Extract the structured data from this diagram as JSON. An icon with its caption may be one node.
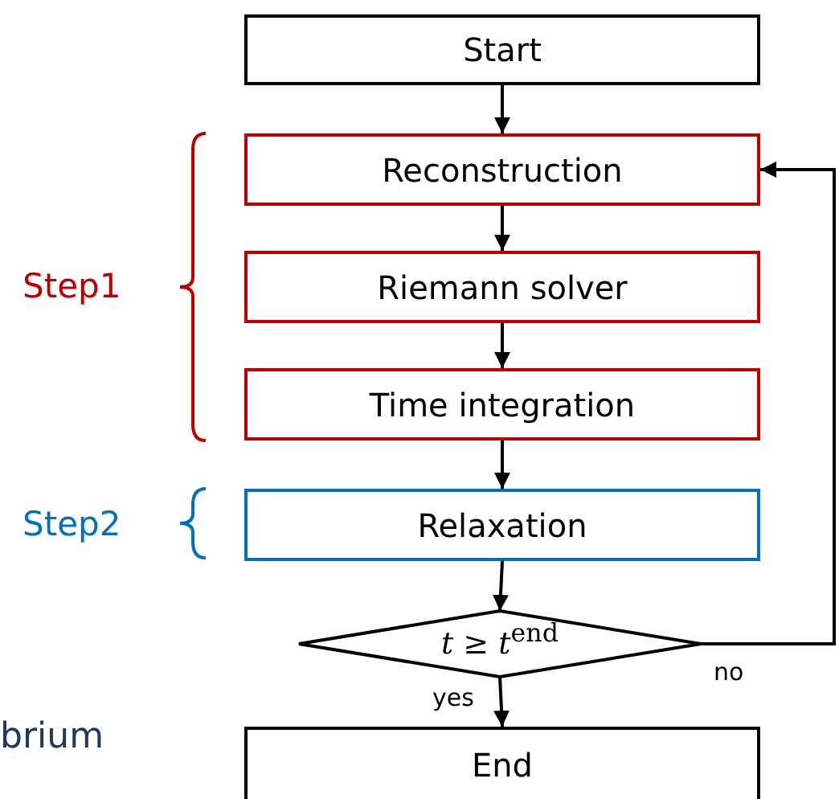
{
  "diagram": {
    "nodes": [
      {
        "text": [
          "Start"
        ]
      },
      {
        "text": [
          "Reconstruction"
        ]
      },
      {
        "text": [
          "Riemann solver"
        ]
      },
      {
        "text": [
          "Time integration"
        ]
      },
      {
        "text": [
          "Relaxation"
        ]
      },
      {
        "text": [
          "*t* ≥ *t*$^{end}$"
        ]
      },
      {
        "text": [
          "End"
        ]
      }
    ],
    "edges": [
      {
        "from": 0,
        "to": 1,
        "arrow": "to"
      },
      {
        "from": 1,
        "to": 2,
        "arrow": "to"
      },
      {
        "from": 2,
        "to": 3,
        "arrow": "to"
      },
      {
        "from": 3,
        "to": 4,
        "arrow": "to"
      },
      {
        "from": 4,
        "to": 5,
        "arrow": "to"
      },
      {
        "from": 5,
        "to": 6,
        "arrow": "to",
        "label": "yes"
      },
      {
        "from": 5,
        "to": 1,
        "arrow": "to",
        "label": "no"
      }
    ],
    "labels": [
      "Step1",
      "Step2",
      "brium"
    ]
  }
}
